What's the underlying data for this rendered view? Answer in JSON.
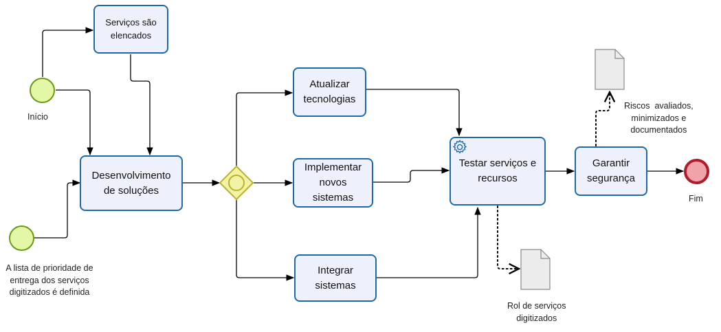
{
  "tasks": {
    "servicos_elencados": [
      "Serviços são",
      "elencados"
    ],
    "desenvolvimento": [
      "Desenvolvimento",
      "de soluções"
    ],
    "atualizar": [
      "Atualizar",
      "tecnologias"
    ],
    "implementar": [
      "Implementar",
      "novos",
      "sistemas"
    ],
    "integrar": [
      "Integrar",
      "sistemas"
    ],
    "testar": [
      "Testar serviços e",
      "recursos"
    ],
    "garantir": [
      "Garantir",
      "segurança"
    ]
  },
  "events": {
    "inicio": "Início",
    "fim": "Fim",
    "lista_prioridade": [
      "A lista de prioridade de",
      "entrega dos serviços",
      "digitizados é definida"
    ]
  },
  "artifacts": {
    "riscos": [
      "Riscos  avaliados,",
      "minimizados e",
      "documentados"
    ],
    "rol": [
      "Rol de serviços",
      "digitizados"
    ]
  },
  "colors": {
    "task_border": "#1e6aa7",
    "task_fill": "#eef0fb",
    "start_fill": "#e3f7a6",
    "start_border": "#6a9a14",
    "end_fill": "#f0a3a8",
    "end_border": "#b01c2b",
    "gateway_fill": "#f3f3a6",
    "gateway_border": "#b8b22a",
    "doc_fill": "#ececec",
    "doc_border": "#8a8a8a"
  }
}
